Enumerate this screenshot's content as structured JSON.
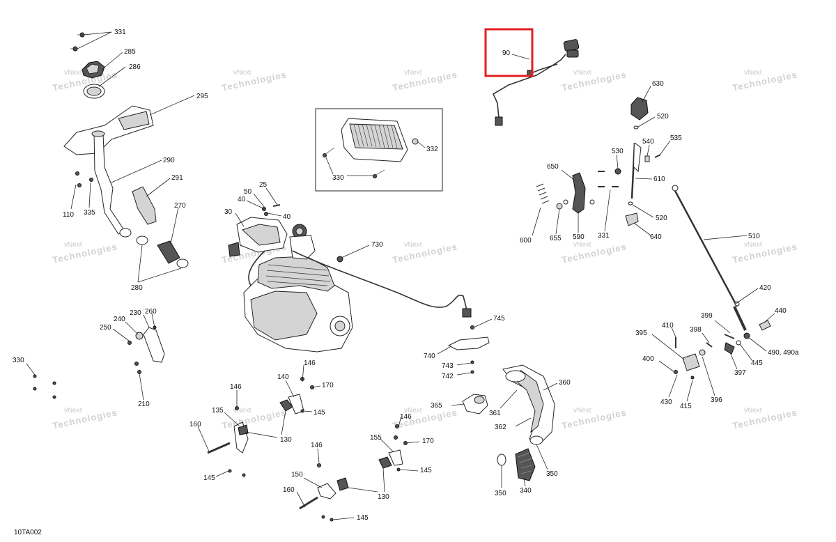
{
  "figure_code": "10TA002",
  "highlight_color": "#e02020",
  "labels": {
    "p331a": "331",
    "p285": "285",
    "p286": "286",
    "p295": "295",
    "p290": "290",
    "p291": "291",
    "p270": "270",
    "p110": "110",
    "p335": "335",
    "p280": "280",
    "p332": "332",
    "p330a": "330",
    "p90": "90",
    "p630": "630",
    "p520a": "520",
    "p540": "540",
    "p535": "535",
    "p530": "530",
    "p650": "650",
    "p610": "610",
    "p520b": "520",
    "p600": "600",
    "p655": "655",
    "p590": "590",
    "p331b": "331",
    "p640": "640",
    "p510": "510",
    "p25": "25",
    "p50": "50",
    "p40a": "40",
    "p40b": "40",
    "p30": "30",
    "p730": "730",
    "p230": "230",
    "p260": "260",
    "p240": "240",
    "p250": "250",
    "p210": "210",
    "p330b": "330",
    "p745": "745",
    "p740": "740",
    "p743": "743",
    "p742": "742",
    "p420": "420",
    "p399": "399",
    "p440": "440",
    "p410": "410",
    "p398": "398",
    "p395": "395",
    "p490": "490, 490a",
    "p400": "400",
    "p445": "445",
    "p397": "397",
    "p430": "430",
    "p415": "415",
    "p396": "396",
    "p146a": "146",
    "p140": "140",
    "p170a": "170",
    "p146b": "146",
    "p145a": "145",
    "p135": "135",
    "p160a": "160",
    "p130a": "130",
    "p145b": "145",
    "p365": "365",
    "p360": "360",
    "p361": "361",
    "p362": "362",
    "p146c": "146",
    "p155": "155",
    "p170b": "170",
    "p146d": "146",
    "p145c": "145",
    "p150": "150",
    "p160b": "160",
    "p130b": "130",
    "p145d": "145",
    "p350a": "350",
    "p350b": "350",
    "p340": "340"
  },
  "watermark": {
    "line1": "vNext",
    "line2": "Technologies"
  }
}
